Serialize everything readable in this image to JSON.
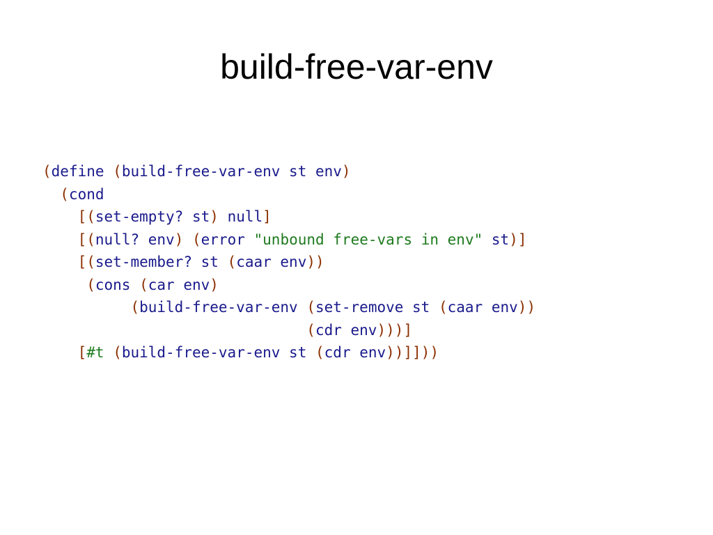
{
  "slide": {
    "title": "build-free-var-env"
  },
  "colors": {
    "paren": "#8b2f00",
    "identifier": "#1a1a8c",
    "string": "#1e7a1e",
    "literal": "#1e7a1e"
  },
  "code": {
    "lines": [
      [
        {
          "t": "(",
          "k": "paren"
        },
        {
          "t": "define",
          "k": "id"
        },
        {
          "t": " ",
          "k": "ws"
        },
        {
          "t": "(",
          "k": "paren"
        },
        {
          "t": "build-free-var-env st env",
          "k": "id"
        },
        {
          "t": ")",
          "k": "paren"
        }
      ],
      [
        {
          "t": "  ",
          "k": "ws"
        },
        {
          "t": "(",
          "k": "paren"
        },
        {
          "t": "cond",
          "k": "id"
        }
      ],
      [
        {
          "t": "    ",
          "k": "ws"
        },
        {
          "t": "[",
          "k": "paren"
        },
        {
          "t": "(",
          "k": "paren"
        },
        {
          "t": "set-empty? st",
          "k": "id"
        },
        {
          "t": ")",
          "k": "paren"
        },
        {
          "t": " null",
          "k": "id"
        },
        {
          "t": "]",
          "k": "paren"
        }
      ],
      [
        {
          "t": "    ",
          "k": "ws"
        },
        {
          "t": "[",
          "k": "paren"
        },
        {
          "t": "(",
          "k": "paren"
        },
        {
          "t": "null? env",
          "k": "id"
        },
        {
          "t": ")",
          "k": "paren"
        },
        {
          "t": " ",
          "k": "ws"
        },
        {
          "t": "(",
          "k": "paren"
        },
        {
          "t": "error ",
          "k": "id"
        },
        {
          "t": "\"unbound free-vars in env\"",
          "k": "str"
        },
        {
          "t": " st",
          "k": "id"
        },
        {
          "t": ")",
          "k": "paren"
        },
        {
          "t": "]",
          "k": "paren"
        }
      ],
      [
        {
          "t": "    ",
          "k": "ws"
        },
        {
          "t": "[",
          "k": "paren"
        },
        {
          "t": "(",
          "k": "paren"
        },
        {
          "t": "set-member? st ",
          "k": "id"
        },
        {
          "t": "(",
          "k": "paren"
        },
        {
          "t": "caar env",
          "k": "id"
        },
        {
          "t": ")",
          "k": "paren"
        },
        {
          "t": ")",
          "k": "paren"
        }
      ],
      [
        {
          "t": "     ",
          "k": "ws"
        },
        {
          "t": "(",
          "k": "paren"
        },
        {
          "t": "cons ",
          "k": "id"
        },
        {
          "t": "(",
          "k": "paren"
        },
        {
          "t": "car env",
          "k": "id"
        },
        {
          "t": ")",
          "k": "paren"
        }
      ],
      [
        {
          "t": "          ",
          "k": "ws"
        },
        {
          "t": "(",
          "k": "paren"
        },
        {
          "t": "build-free-var-env ",
          "k": "id"
        },
        {
          "t": "(",
          "k": "paren"
        },
        {
          "t": "set-remove st ",
          "k": "id"
        },
        {
          "t": "(",
          "k": "paren"
        },
        {
          "t": "caar env",
          "k": "id"
        },
        {
          "t": ")",
          "k": "paren"
        },
        {
          "t": ")",
          "k": "paren"
        }
      ],
      [
        {
          "t": "                              ",
          "k": "ws"
        },
        {
          "t": "(",
          "k": "paren"
        },
        {
          "t": "cdr env",
          "k": "id"
        },
        {
          "t": ")",
          "k": "paren"
        },
        {
          "t": ")",
          "k": "paren"
        },
        {
          "t": ")",
          "k": "paren"
        },
        {
          "t": "]",
          "k": "paren"
        }
      ],
      [
        {
          "t": "    ",
          "k": "ws"
        },
        {
          "t": "[",
          "k": "paren"
        },
        {
          "t": "#t",
          "k": "lit"
        },
        {
          "t": " ",
          "k": "ws"
        },
        {
          "t": "(",
          "k": "paren"
        },
        {
          "t": "build-free-var-env st ",
          "k": "id"
        },
        {
          "t": "(",
          "k": "paren"
        },
        {
          "t": "cdr env",
          "k": "id"
        },
        {
          "t": ")",
          "k": "paren"
        },
        {
          "t": ")",
          "k": "paren"
        },
        {
          "t": "]",
          "k": "paren"
        },
        {
          "t": "]",
          "k": "paren"
        },
        {
          "t": ")",
          "k": "paren"
        },
        {
          "t": ")",
          "k": "paren"
        }
      ]
    ]
  }
}
